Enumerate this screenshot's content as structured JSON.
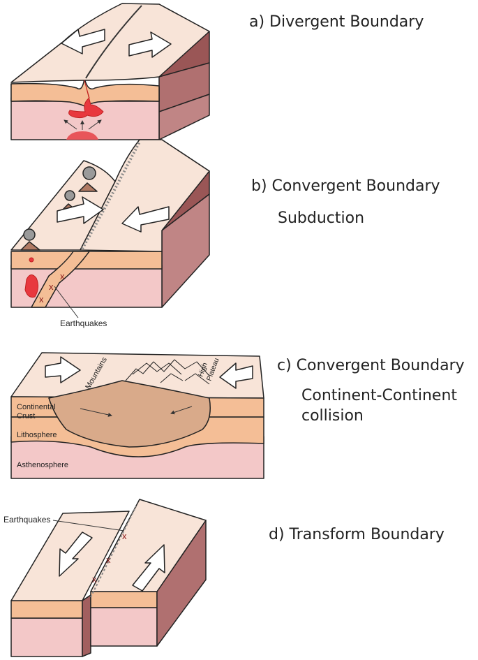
{
  "panels": {
    "a": {
      "title": "a) Divergent Boundary"
    },
    "b": {
      "title": "b) Convergent Boundary",
      "subtitle": "Subduction",
      "label": "Earthquakes"
    },
    "c": {
      "title": "c) Convergent Boundary",
      "subtitle_line1": "Continent-Continent",
      "subtitle_line2": "collision",
      "labels": {
        "mountains": "Mountains",
        "high": "High",
        "plateau": "Plateau",
        "crust1": "Continental",
        "crust2": "Crust",
        "lithosphere": "Lithosphere",
        "asthenosphere": "Asthenosphere"
      }
    },
    "d": {
      "title": "d) Transform Boundary",
      "label": "Earthquakes"
    }
  },
  "colors": {
    "surface": "#f8e4d8",
    "crust": "#f4be96",
    "mantle": "#f3c8c8",
    "side_dark": "#a25f5f",
    "side_mid": "#c98a84",
    "magma": "#e8383e",
    "volcano": "#b07a64",
    "smoke": "#9a9a9a",
    "continental": "#d9aa8a"
  }
}
